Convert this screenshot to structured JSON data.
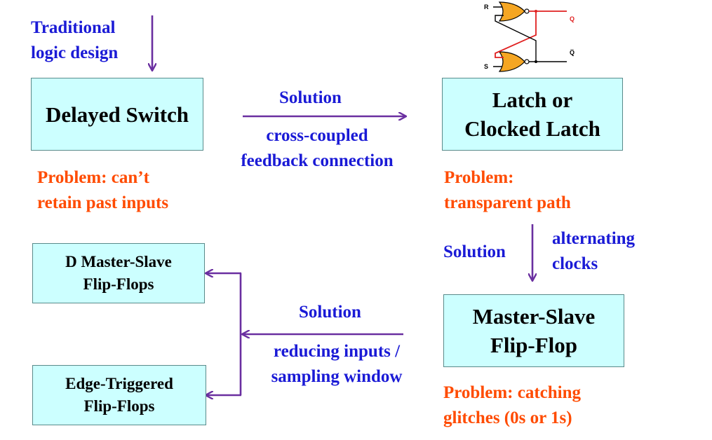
{
  "top_left": {
    "line1": "Traditional",
    "line2": "logic design"
  },
  "boxes": {
    "delayed_switch": "Delayed Switch",
    "latch": {
      "line1": "Latch or",
      "line2": "Clocked Latch"
    },
    "master_slave": {
      "line1": "Master-Slave",
      "line2": "Flip-Flop"
    },
    "d_master_slave": {
      "line1": "D Master-Slave",
      "line2": "Flip-Flops"
    },
    "edge_triggered": {
      "line1": "Edge-Triggered",
      "line2": "Flip-Flops"
    }
  },
  "problems": {
    "delayed_switch": {
      "line1": "Problem:  can’t",
      "line2": "retain past inputs"
    },
    "latch": {
      "line1": "Problem:",
      "line2": "transparent  path"
    },
    "master_slave": {
      "line1": "Problem:  catching",
      "line2": "glitches (0s or 1s)"
    }
  },
  "solutions": {
    "top": {
      "label": "Solution",
      "line1": "cross-coupled",
      "line2": "feedback connection"
    },
    "right": {
      "label": "Solution",
      "line1": "alternating",
      "line2": "clocks"
    },
    "bottom": {
      "label": "Solution",
      "line1": "reducing inputs /",
      "line2": "sampling window"
    }
  },
  "circuit": {
    "r": "R",
    "s": "S",
    "q": "Q",
    "qbar": "Q̅"
  },
  "colors": {
    "blue": "#1a1ad6",
    "red": "#ff4b00",
    "arrow": "#6a2fa0",
    "box_fill": "#ccffff",
    "gate_fill": "#f5a623"
  }
}
